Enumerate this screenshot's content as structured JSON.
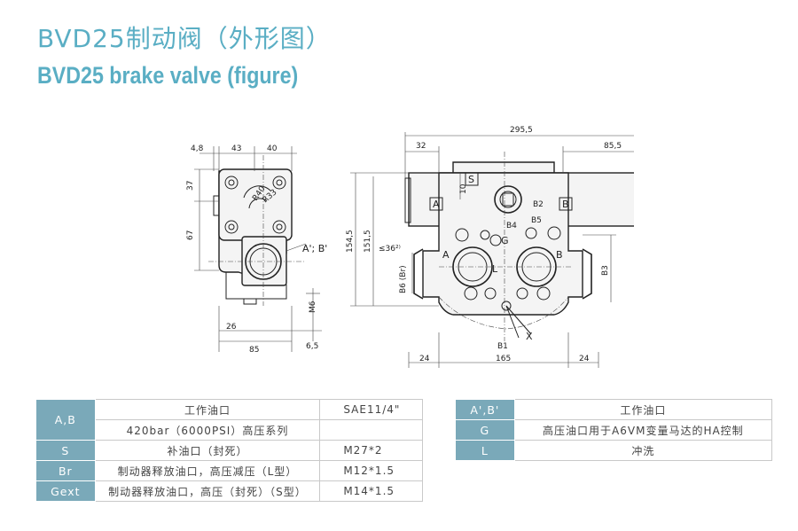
{
  "header": {
    "title_cn": "BVD25制动阀（外形图）",
    "title_en": "BVD25 brake valve (figure)"
  },
  "drawing": {
    "left_view": {
      "dim_4_8": "4,8",
      "dim_43": "43",
      "dim_40": "40",
      "dim_37": "37",
      "dim_67": "67",
      "dim_r40": "R40",
      "dim_r33": "R33",
      "port_a_b_prime": "A'; B'",
      "dim_26": "26",
      "dim_85": "85",
      "dim_6_5": "6,5",
      "dim_m6": "M6"
    },
    "right_view": {
      "dim_295_5": "295,5",
      "dim_32": "32",
      "dim_85_5": "85,5",
      "dim_10": "10",
      "dim_154_5": "154,5",
      "dim_151_5": "151,5",
      "dim_36": "≤36²⁾",
      "dim_b6": "B6 (Br)",
      "dim_b3": "B3",
      "dim_24_left": "24",
      "dim_165": "165",
      "dim_24_right": "24",
      "port_s": "S",
      "port_a_top": "A",
      "port_b_top": "B",
      "port_b2": "B2",
      "port_b5": "B5",
      "port_b4": "B4",
      "port_g": "G",
      "port_a": "A",
      "port_b": "B",
      "port_l": "L",
      "port_b1": "B1",
      "port_x": "X"
    }
  },
  "table_left": {
    "rows": [
      {
        "key": "A,B",
        "desc": "工作油口",
        "value": "SAE11/4\""
      },
      {
        "key": "",
        "desc": "420bar（6000PSI）高压系列",
        "value": ""
      },
      {
        "key": "S",
        "desc": "补油口（封死）",
        "value": "M27*2"
      },
      {
        "key": "Br",
        "desc": "制动器释放油口，高压减压（L型）",
        "value": "M12*1.5"
      },
      {
        "key": "Gext",
        "desc": "制动器释放油口，高压（封死）（S型）",
        "value": "M14*1.5"
      }
    ]
  },
  "table_right": {
    "rows": [
      {
        "key": "A',B'",
        "desc": "工作油口"
      },
      {
        "key": "G",
        "desc": "高压油口用于A6VM变量马达的HA控制"
      },
      {
        "key": "L",
        "desc": "冲洗"
      }
    ]
  },
  "colors": {
    "title": "#5aaec4",
    "table_key_bg": "#7aa9b9",
    "table_border": "#c9c9c9"
  }
}
